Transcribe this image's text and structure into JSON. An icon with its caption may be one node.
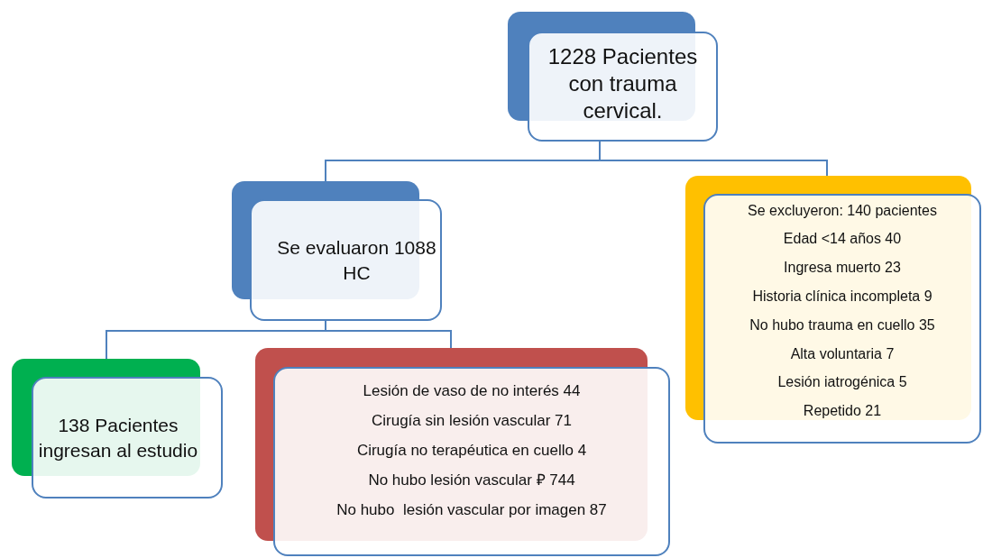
{
  "diagram": {
    "nodes": [
      {
        "text": [
          "1228 Pacientes con trauma cervical."
        ]
      },
      {
        "text": [
          "Se evaluaron 1088 HC"
        ]
      },
      {
        "text": [
          "Se excluyeron: 140 pacientes",
          "Edad <14 años 40",
          "Ingresa muerto 23",
          "Historia clínica incompleta 9",
          "No hubo trauma en cuello 35",
          "Alta voluntaria 7",
          "Lesión iatrogénica 5",
          "Repetido 21"
        ]
      },
      {
        "text": [
          "138 Pacientes ingresan al estudio"
        ]
      },
      {
        "text": [
          "Lesión de vaso de no interés 44",
          "Cirugía sin lesión vascular 71",
          "Cirugía no terapéutica en cuello 4",
          "No hubo lesión vascular ₽ 744",
          "No hubo  lesión vascular por imagen 87"
        ]
      }
    ],
    "edges": [
      {
        "from": 0,
        "to": 1,
        "arrow": "none"
      },
      {
        "from": 0,
        "to": 2,
        "arrow": "none"
      },
      {
        "from": 1,
        "to": 3,
        "arrow": "none"
      },
      {
        "from": 1,
        "to": 4,
        "arrow": "none"
      }
    ]
  }
}
